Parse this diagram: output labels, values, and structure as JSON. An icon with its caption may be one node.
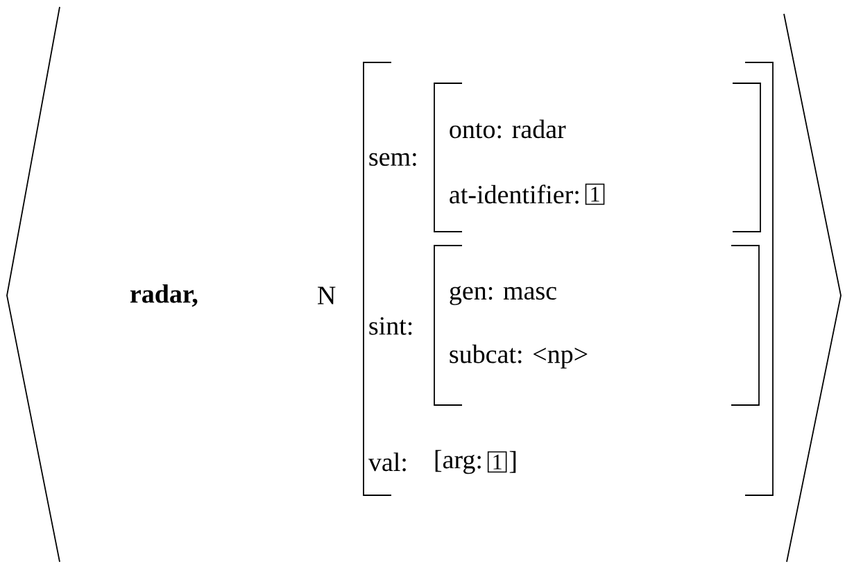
{
  "diagram": {
    "nodes": [
      {
        "text": [
          "1"
        ]
      },
      {
        "text": [
          "1"
        ]
      }
    ],
    "labels": [
      "radar,",
      "N",
      "sem:",
      "onto: radar",
      "at-identifier:",
      "sint:",
      "gen: masc",
      "subcat: <np>",
      "val:",
      "[arg:",
      "]"
    ]
  }
}
